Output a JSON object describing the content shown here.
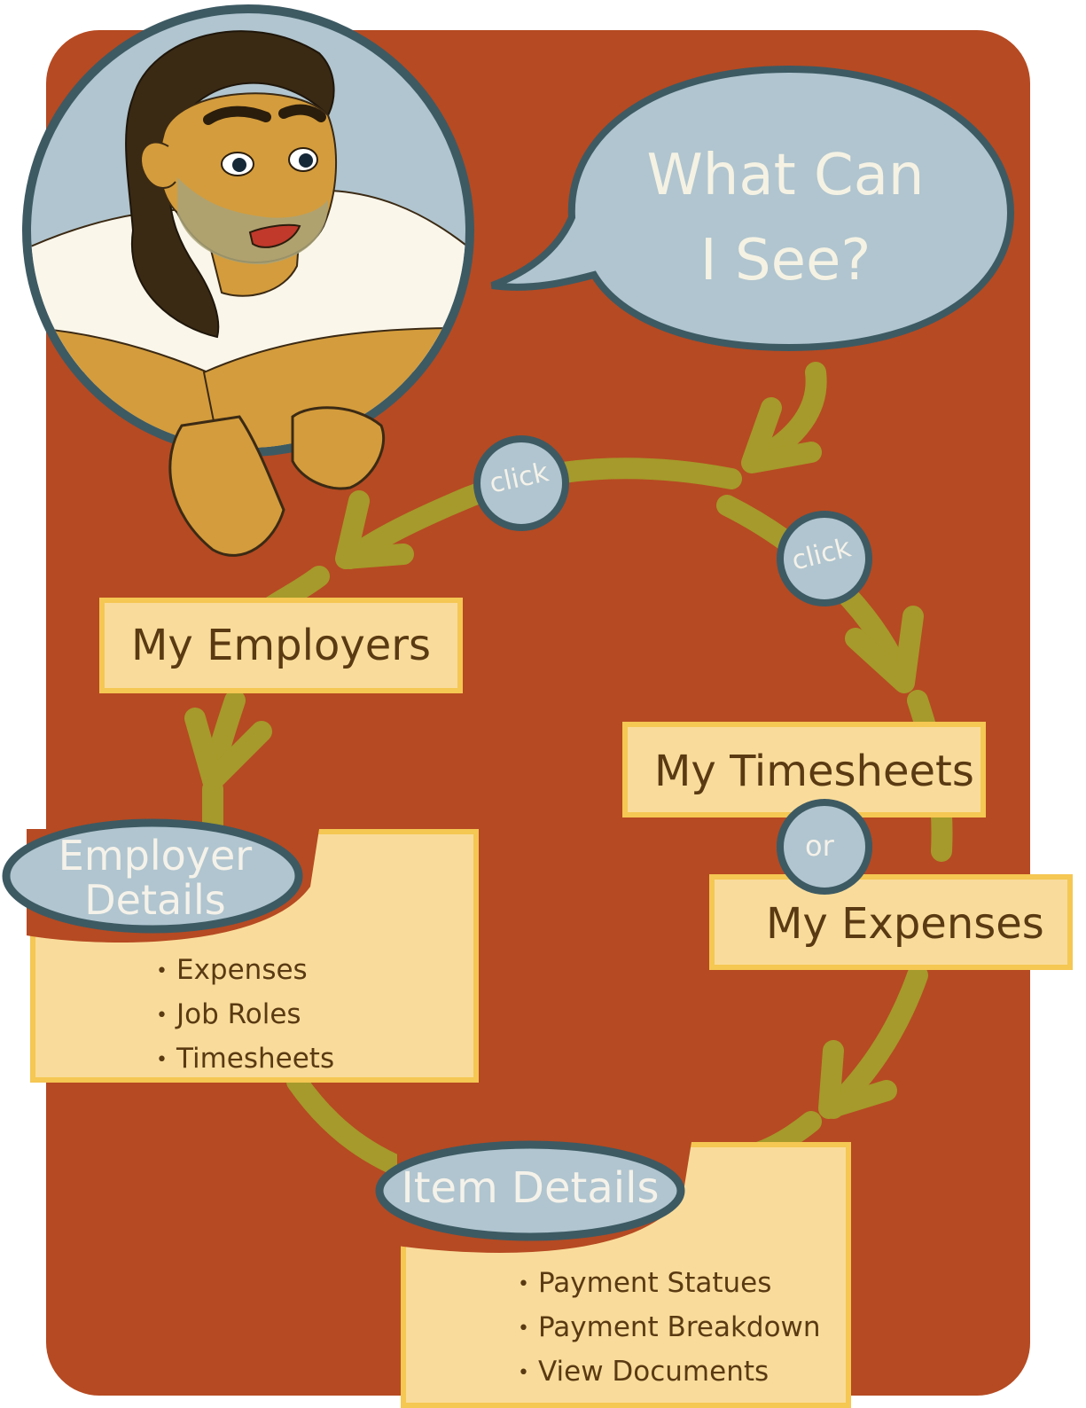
{
  "speech_bubble": {
    "line1": "What Can",
    "line2": "I See?"
  },
  "click_labels": [
    "click",
    "click"
  ],
  "or_label": "or",
  "boxes": {
    "my_employers": "My Employers",
    "my_timesheets": "My Timesheets",
    "my_expenses": "My Expenses"
  },
  "employer_details": {
    "title_line1": "Employer",
    "title_line2": "Details",
    "items": [
      "Expenses",
      "Job Roles",
      "Timesheets"
    ]
  },
  "item_details": {
    "title": "Item Details",
    "items": [
      "Payment Statues",
      "Payment Breakdown",
      "View Documents"
    ]
  },
  "colors": {
    "background": "#b64a22",
    "arrow": "#a59a2b",
    "box_fill": "#f9dc9b",
    "box_border": "#f5c753",
    "bubble_fill": "#b0c5cf",
    "outline": "#3d5a63",
    "text_dark": "#5a3a12",
    "text_light": "#f5f2ea"
  }
}
